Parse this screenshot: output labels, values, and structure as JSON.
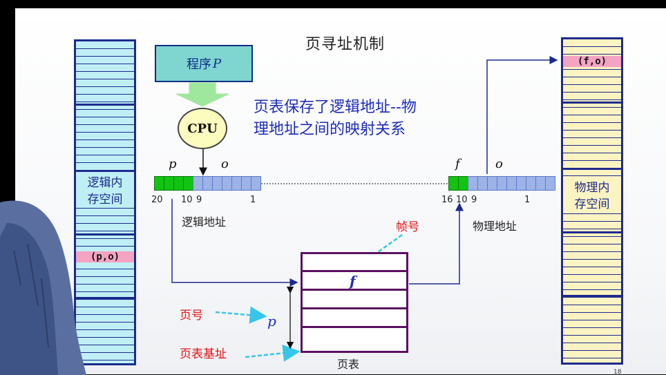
{
  "title": "页寻址机制",
  "program_box": {
    "text": "程序",
    "var": "P"
  },
  "cpu": "CPU",
  "description_lines": [
    "页表保存了逻辑地址--物",
    "理地址之间的映射关系"
  ],
  "logical_address": {
    "p_label": "p",
    "o_label": "o",
    "bit_high": "20",
    "bit_mid_a": "10",
    "bit_mid_b": "9",
    "bit_low": "1",
    "caption": "逻辑地址"
  },
  "physical_address": {
    "f_label": "f",
    "o_label": "o",
    "bit_high": "16",
    "bit_mid_a": "10",
    "bit_mid_b": "9",
    "bit_low": "1",
    "caption": "物理地址"
  },
  "left_memory": {
    "label_lines": [
      "逻辑内",
      "存空间"
    ],
    "entry": "(p,o)"
  },
  "right_memory": {
    "label_lines": [
      "物理内",
      "存空间"
    ],
    "entry": "(f,o)"
  },
  "page_table": {
    "caption": "页表",
    "entry": "f"
  },
  "annotations": {
    "frame_number": "帧号",
    "page_number": "页号",
    "page_table_base": "页表基址",
    "p_symbol": "p"
  },
  "page_number_corner": "18",
  "colors": {
    "dark_blue": "#1c2a8c",
    "cyan_fill": "#bfeff5",
    "yellow_fill": "#fbf3c2",
    "pink_entry": "#f4a3c2",
    "green_bits": "#12c412",
    "blue_bits": "#9db3e8",
    "red_text": "#e01515",
    "desc_blue": "#1c2cb8",
    "cyan_arrow": "#37c6ea"
  }
}
